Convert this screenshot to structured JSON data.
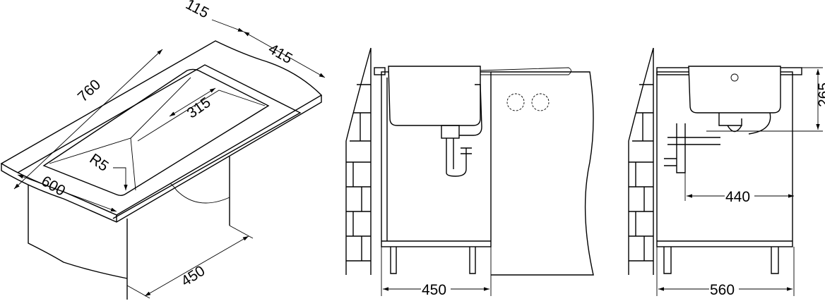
{
  "isometric_view": {
    "dim_flange": "115",
    "dim_depth_right": "415",
    "dim_length": "760",
    "dim_bowl_depth": "315",
    "dim_radius": "R5",
    "dim_width": "600",
    "dim_cabinet": "450"
  },
  "front_view": {
    "dim_cabinet_width": "450"
  },
  "side_view": {
    "dim_height": "265",
    "dim_drain_offset": "440",
    "dim_cabinet_depth": "560"
  }
}
